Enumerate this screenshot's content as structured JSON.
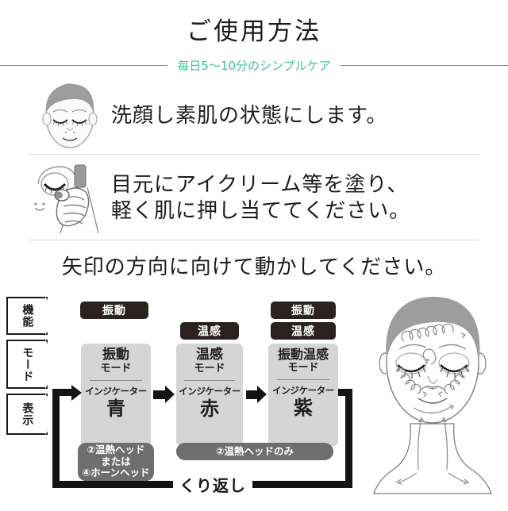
{
  "header": {
    "title": "ご使用方法",
    "subtitle": "毎日5〜10分のシンプルケア",
    "subtitle_color": "#3fc39b"
  },
  "steps": [
    {
      "icon": "face-front-illustration",
      "text": "洗顔し素肌の状態にします。"
    },
    {
      "icon": "hand-holding-device-illustration",
      "text_line1": "目元にアイクリーム等を塗り、",
      "text_line2": "軽く肌に押し当ててください。"
    }
  ],
  "lead_instruction": "矢印の方向に向けて動かしてください。",
  "diagram": {
    "row_labels": [
      {
        "text": "機能",
        "orientation": "vertical"
      },
      {
        "text": "モード",
        "orientation": "vertical"
      },
      {
        "text": "表示",
        "orientation": "vertical"
      }
    ],
    "columns": [
      {
        "badges": [
          "振動"
        ],
        "mode_name": "振動",
        "mode_suffix": "モード",
        "indicator_label": "インジケーター",
        "indicator_color_text": "青",
        "head_note": "②温熱ヘッド\nまたは\n④ホーンヘッド"
      },
      {
        "badges": [
          "温感"
        ],
        "mode_name": "温感",
        "mode_suffix": "モード",
        "indicator_label": "インジケーター",
        "indicator_color_text": "赤",
        "head_note": null
      },
      {
        "badges": [
          "振動",
          "温感"
        ],
        "mode_name": "振動温感",
        "mode_suffix": "モード",
        "indicator_label": "インジケーター",
        "indicator_color_text": "紫",
        "head_note": null
      }
    ],
    "head_note_wide": "②温熱ヘッドのみ",
    "head_note_col1_line1": "②温熱ヘッド",
    "head_note_col1_line2": "または",
    "head_note_col1_line3": "④ホーンヘッド",
    "repeat_label": "くり返し",
    "badge_bg": "#2b211e",
    "box_bg": "#d5d5d5",
    "pill_bg": "#6e6e6e"
  },
  "face_diagram": {
    "icon": "face-massage-direction-illustration",
    "description": "顔の矢印図"
  }
}
